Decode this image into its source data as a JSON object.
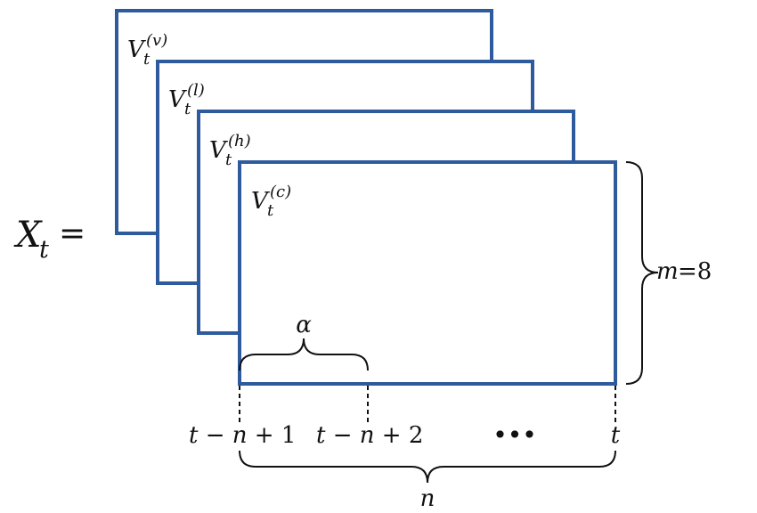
{
  "colors": {
    "frame": "#2e5b9e",
    "text": "#111111",
    "background": "#ffffff"
  },
  "lhs": {
    "base": "X",
    "sub": "t",
    "eq": "="
  },
  "layers": [
    {
      "base": "V",
      "sub": "t",
      "sup": "(v)"
    },
    {
      "base": "V",
      "sub": "t",
      "sup": "(l)"
    },
    {
      "base": "V",
      "sub": "t",
      "sup": "(h)"
    },
    {
      "base": "V",
      "sub": "t",
      "sup": "(c)"
    }
  ],
  "labels": {
    "m_text": "m",
    "m_eq": "=8",
    "alpha": "α",
    "n": "n",
    "ellipsis": "•••",
    "t": "t"
  },
  "ticks": [
    {
      "parts": [
        "t",
        " − ",
        "n",
        " + 1"
      ]
    },
    {
      "parts": [
        "t",
        " − ",
        "n",
        " + 2"
      ]
    }
  ]
}
